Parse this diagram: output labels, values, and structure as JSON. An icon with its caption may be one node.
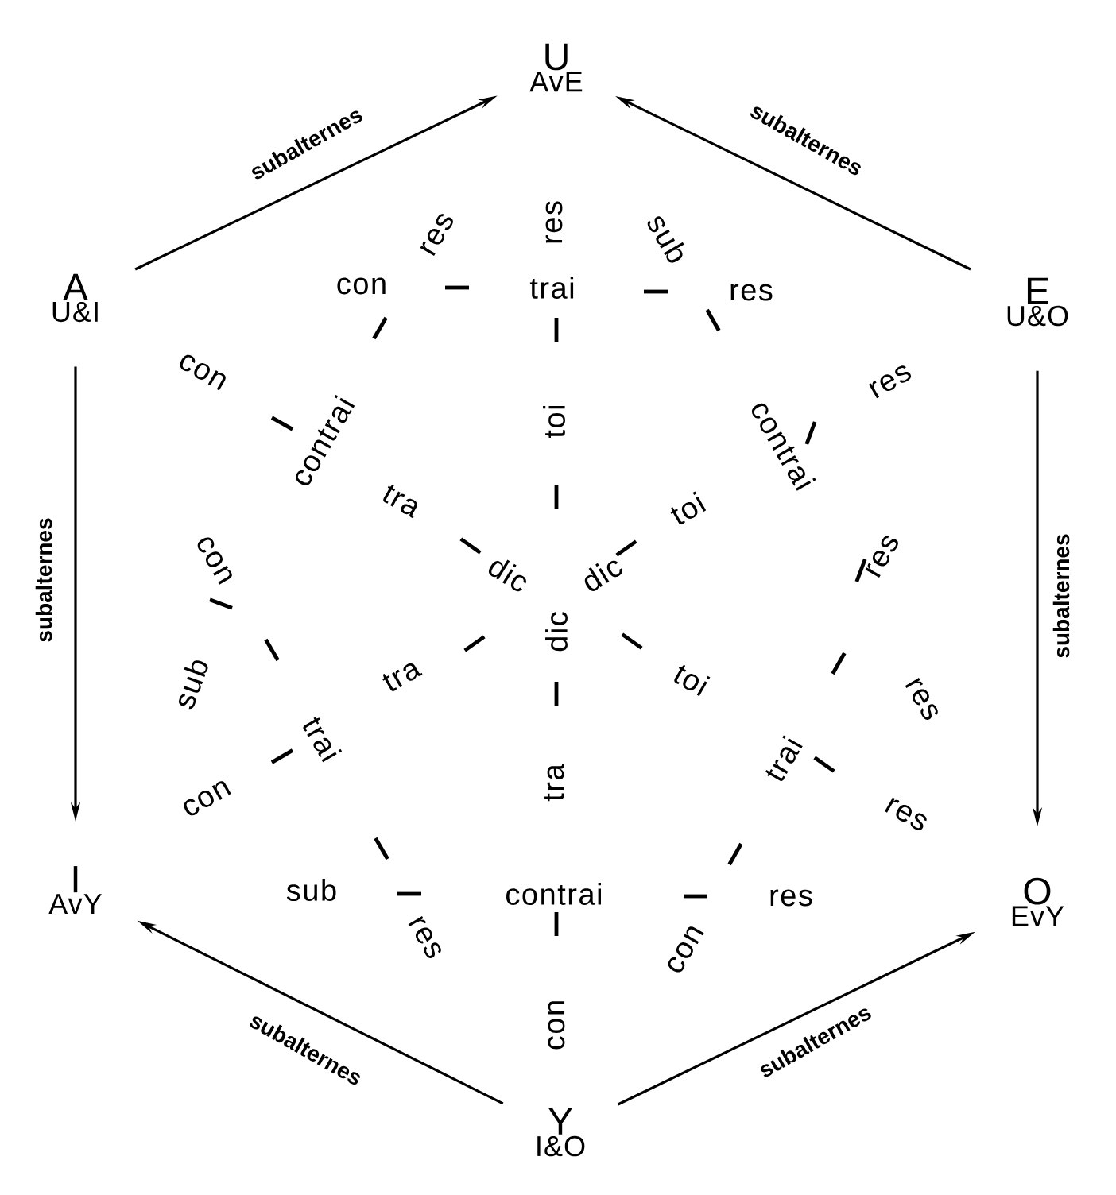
{
  "diagram": {
    "nodes": [
      {
        "text": [
          "U",
          "AvE"
        ]
      },
      {
        "text": [
          "A",
          "U&I"
        ]
      },
      {
        "text": [
          "E",
          "U&O"
        ]
      },
      {
        "text": [
          "I",
          "AvY"
        ]
      },
      {
        "text": [
          "O",
          "EvY"
        ]
      },
      {
        "text": [
          "Y",
          "I&O"
        ]
      }
    ],
    "edges": [
      {
        "from": 1,
        "to": 0,
        "arrow": "to",
        "label": "subalternes"
      },
      {
        "from": 2,
        "to": 0,
        "arrow": "to",
        "label": "subalternes"
      },
      {
        "from": 1,
        "to": 3,
        "arrow": "to",
        "label": "subalternes"
      },
      {
        "from": 2,
        "to": 4,
        "arrow": "to",
        "label": "subalternes"
      },
      {
        "from": 5,
        "to": 3,
        "arrow": "to",
        "label": "subalternes"
      },
      {
        "from": 5,
        "to": 4,
        "arrow": "to",
        "label": "subalternes"
      }
    ],
    "labels": [
      "res",
      "res",
      "sub",
      "con",
      "trai",
      "res",
      "con",
      "res",
      "toi",
      "contrai",
      "contrai",
      "tra",
      "toi",
      "con",
      "res",
      "dic",
      "dic",
      "dic",
      "sub",
      "tra",
      "toi",
      "res",
      "trai",
      "trai",
      "con",
      "tra",
      "res",
      "sub",
      "contrai",
      "res",
      "res",
      "con",
      "con"
    ]
  }
}
